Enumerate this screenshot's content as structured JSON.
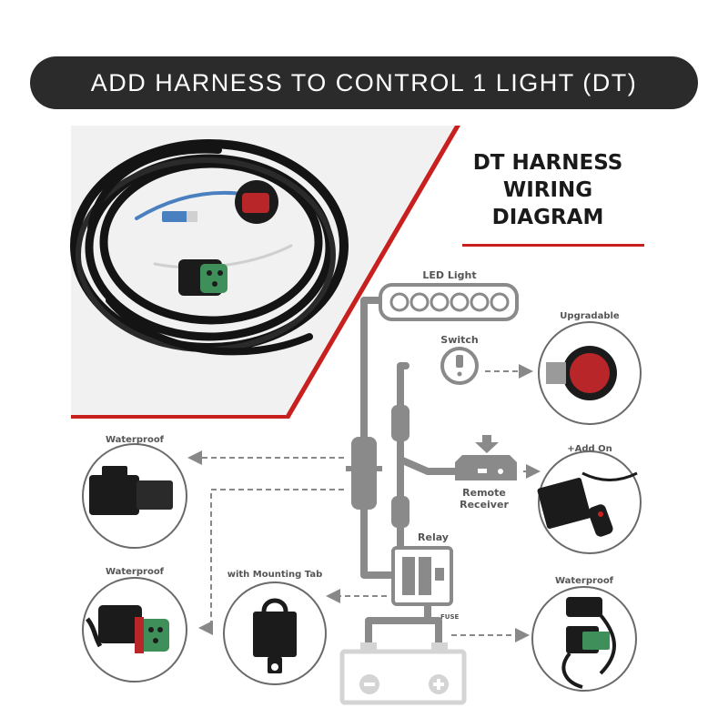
{
  "banner": {
    "text": "ADD HARNESS TO CONTROL 1 LIGHT (DT)"
  },
  "title": {
    "line1": "DT HARNESS",
    "line2": "WIRING",
    "line3": "DIAGRAM"
  },
  "labels": {
    "led_light": "LED Light",
    "switch": "Switch",
    "upgradable": "Upgradable",
    "add_on": "+Add On",
    "remote_receiver_line1": "Remote",
    "remote_receiver_line2": "Receiver",
    "relay": "Relay",
    "fuse": "FUSE",
    "waterproof_1": "Waterproof",
    "waterproof_2": "Waterproof",
    "waterproof_3": "Waterproof",
    "mounting_tab": "with Mounting Tab"
  },
  "colors": {
    "accent_red": "#c8201f",
    "wire_gray": "#8a8a8a",
    "battery_gray": "#d4d4d4",
    "banner_bg": "#2b2b2b",
    "dt_green": "#3f8f5a",
    "switch_red": "#b8262a"
  }
}
